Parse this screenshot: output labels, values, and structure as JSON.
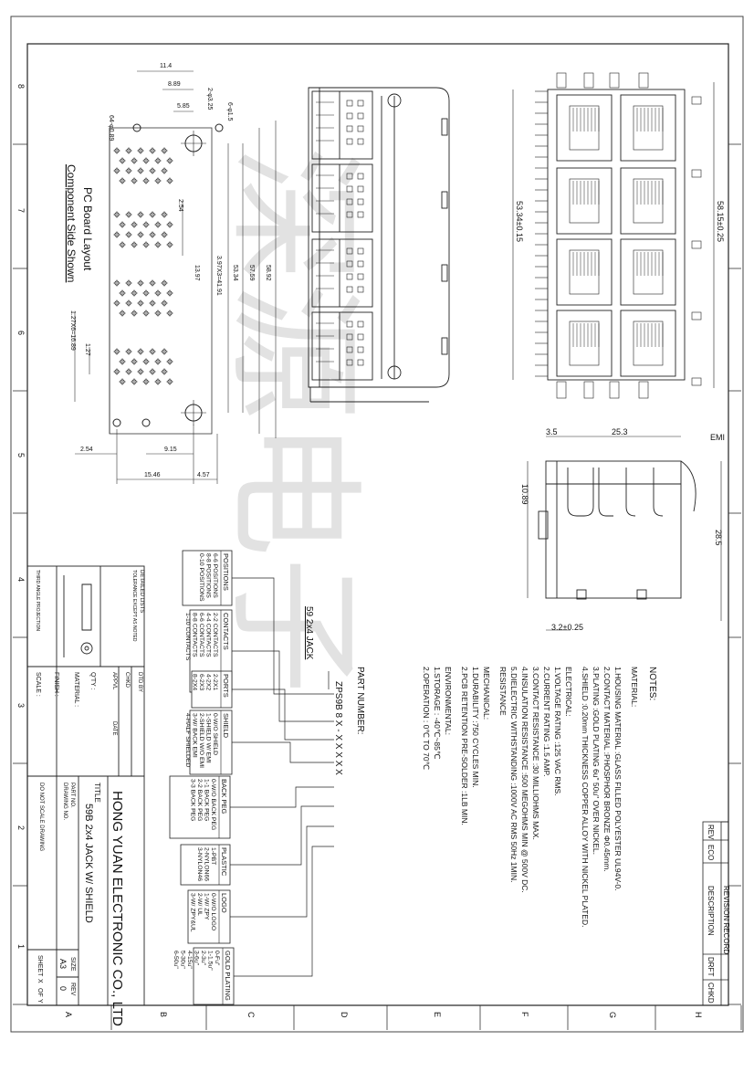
{
  "title_block": {
    "company": "HONG YUAN ELECTRONIC CO., LTD",
    "title_label": "TITLE",
    "title": "59B 2x4 JACK W/ SHIELD",
    "drawing_no_label": "DRAWING NO.",
    "part_no_label": "PART NO.",
    "no_scale": "DO NOT SCALE DRAWING",
    "size_label": "SIZE",
    "size": "A3",
    "rev_label": "REV",
    "rev": "0",
    "sheet_label": "SHEET",
    "sheet_x": "X",
    "of_label": "OF",
    "of_y": "Y",
    "scale_label": "SCALE :",
    "finish_label": "FINISH :",
    "material_label": "MATERIAL :",
    "qty_label": "Q'TY :",
    "dtd_by": "DTD BY",
    "chkd": "CHKD",
    "appvl": "APPVL",
    "date": "DATE",
    "detailed_lists": "DETAILED LISTS",
    "tolerance": "TOLERANCE EXCEPT AS NOTED",
    "third_angle": "THIRD ANGLE PROJECTION"
  },
  "revision": {
    "title": "REVISION RECORD",
    "rev": "REV",
    "eco": "ECO",
    "description": "DESCRIPTION",
    "drft": "DRFT",
    "chkd": "CHKD"
  },
  "zones": {
    "rows": [
      "8",
      "7",
      "6",
      "5",
      "4",
      "3",
      "2",
      "1"
    ],
    "cols": [
      "A",
      "B",
      "C",
      "D",
      "E",
      "F",
      "G",
      "H"
    ]
  },
  "pcb_layout": {
    "label1": "PC Board Layout",
    "label2": "Component Side Shown",
    "dims": [
      "11.4",
      "8.89",
      "5.85",
      "2.54",
      "13.97",
      "3.97X3=41.91",
      "53.34",
      "57.59",
      "58.92",
      "1.27X6=16.89",
      "1.27",
      "2.54",
      "9.15",
      "15.46",
      "4.57",
      "2-φ3.25",
      "6-φ1.5",
      "64-φ0.89"
    ]
  },
  "views": {
    "front_dims": [
      "53.34±0.15",
      "58.15±0.25"
    ],
    "side_dims": [
      "3.5",
      "25.3",
      "EMI",
      "10.89",
      "28.5",
      "3.2±0.25"
    ]
  },
  "notes": {
    "title": "NOTES:",
    "lines": [
      "MATERIAL:",
      "1.HOUSING MATERIAL   :GLASS FILLED POLYESTER UL94V-0.",
      "2.CONTACT MATERIAL   :PHOSPHOR BRONZE Φ0.45mm.",
      "3.PLATING            :GOLD PLATING 6u\" 50u\" OVER NICKEL.",
      "4.SHIELD             :0.20mm THICKNESS COPPER ALLOY WITH NICKEL PLATED.",
      "ELECTRICAL:",
      "1.VOLTAGE RATING            :125 VAC RMS.",
      "2.CURRENT RATING            :1.5 AMP.",
      "3.CONTACT RESISTANCE        :30 MILLIOHMS MAX.",
      "4.INSULATION RESISTANCE     :500 MEGOHMS MIN @ 500V DC.",
      "5.DIELECTRIC WITHSTANDING   :1000V AC RMS 50Hz 1MIN.",
      "  RESISTANCE",
      "MECHANICAL:",
      "1.DURABILITY                :750 CYCLES MIN.",
      "2.PCB RETENTION PRE-SOLDER  :1LB MIN.",
      "ENVIRONMENTAL:",
      "1.STORAGE                   : -40℃~85℃",
      "2.OPERATION                 : 0℃ TO 70℃"
    ]
  },
  "part_number": {
    "label": "PART NUMBER:",
    "series_label": "59 2x4 JACK",
    "code": "ZPS9B  8  X - X  X  X  X  X"
  },
  "option_boxes": [
    {
      "title": "POSITIONS",
      "items": [
        "6-6 POSITIONS",
        "8-8 POSITIONS",
        "0-10 POSITIONS"
      ]
    },
    {
      "title": "CONTACTS",
      "items": [
        "2-2 CONTACTS",
        "4-4 CONTACTS",
        "6-6 CONTACTS",
        "8-8 CONTACTS",
        "1-10 CONTACTS"
      ]
    },
    {
      "title": "PORTS",
      "items": [
        "2-2X1",
        "4-2X2",
        "6-2X3",
        "8-2X4"
      ]
    },
    {
      "title": "SHIELD",
      "items": [
        "0-W/O SHIELD",
        "1-SHIELD W/ EMI",
        "2-SHIELD W/O EMI",
        "3-W/ BACK EMI",
        "4-HALF SHIELDED"
      ]
    },
    {
      "title": "BACK PEG",
      "items": [
        "0-W/O BACK PEG",
        "1-1 BACK PEG",
        "2-2 BACK PEG",
        "3-3 BACK PEG"
      ]
    },
    {
      "title": "PLASTIC",
      "items": [
        "1-PBT",
        "2-NYLON66",
        "3-NYLON46"
      ]
    },
    {
      "title": "LOGO",
      "items": [
        "0-W/O LOGO",
        "1-W/ ZPY",
        "2-W/ UL",
        "3-W/ ZPY&UL"
      ]
    },
    {
      "title": "GOLD PLATING",
      "items": [
        "0-Fu\"",
        "1-1.5u\"",
        "2-3u\"",
        "3-6u\"",
        "4-15u\"",
        "5-30u\"",
        "6-50u\""
      ]
    }
  ],
  "watermark": "深源电子"
}
